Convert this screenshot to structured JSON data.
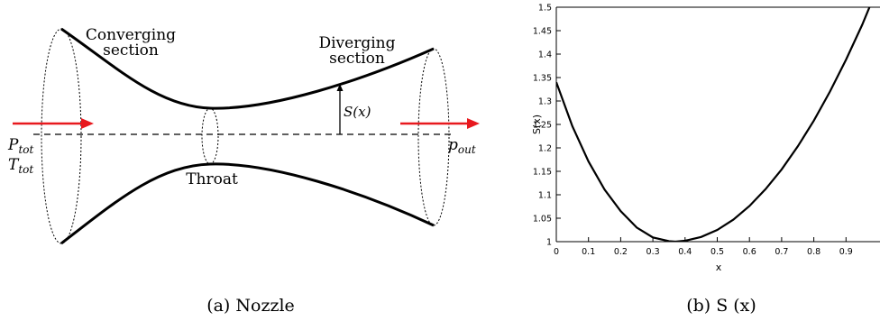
{
  "nozzle": {
    "labels": {
      "converging": [
        "Converging",
        "section"
      ],
      "diverging": [
        "Diverging",
        "section"
      ],
      "throat": "Throat",
      "s_label": "S(x)",
      "p_tot": "P",
      "p_tot_sub": "tot",
      "t_tot": "T",
      "t_tot_sub": "tot",
      "p_out": "p",
      "p_out_sub": "out"
    },
    "colors": {
      "arrow": "#e8191e",
      "line": "#000000"
    },
    "caption": "(a)  Nozzle"
  },
  "plot": {
    "caption": "(b)  S (x)"
  },
  "chart_data": {
    "type": "line",
    "title": "",
    "xlabel": "x",
    "ylabel": "S(x)",
    "xlim": [
      0,
      1
    ],
    "ylim": [
      1,
      1.5
    ],
    "xticks": [
      "0",
      "0.1",
      "0.2",
      "0.3",
      "0.4",
      "0.5",
      "0.6",
      "0.7",
      "0.8",
      "0.9"
    ],
    "yticks": [
      "1",
      "1.05",
      "1.1",
      "1.15",
      "1.2",
      "1.25",
      "1.3",
      "1.35",
      "1.4",
      "1.45",
      "1.5"
    ],
    "grid": false,
    "series": [
      {
        "x": [
          0,
          0.05,
          0.1,
          0.15,
          0.2,
          0.25,
          0.3,
          0.35,
          0.37,
          0.4,
          0.45,
          0.5,
          0.55,
          0.6,
          0.65,
          0.7,
          0.75,
          0.8,
          0.85,
          0.9,
          0.95,
          1.0
        ],
        "y": [
          1.34,
          1.246,
          1.171,
          1.111,
          1.065,
          1.03,
          1.009,
          1.001,
          1.0,
          1.002,
          1.01,
          1.025,
          1.047,
          1.076,
          1.112,
          1.154,
          1.203,
          1.258,
          1.32,
          1.388,
          1.462,
          1.545
        ]
      }
    ]
  }
}
